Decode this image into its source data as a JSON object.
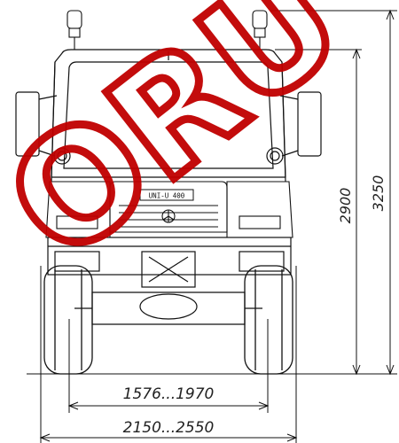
{
  "drawing": {
    "dimensions": {
      "total_height": "3250",
      "cab_height": "2900",
      "track_width": "1576...1970",
      "overall_width": "2150...2550"
    },
    "plate_text": "UNI-U 400",
    "watermark": "ORU",
    "line_color": "#111111",
    "watermark_color": "#c00000"
  }
}
